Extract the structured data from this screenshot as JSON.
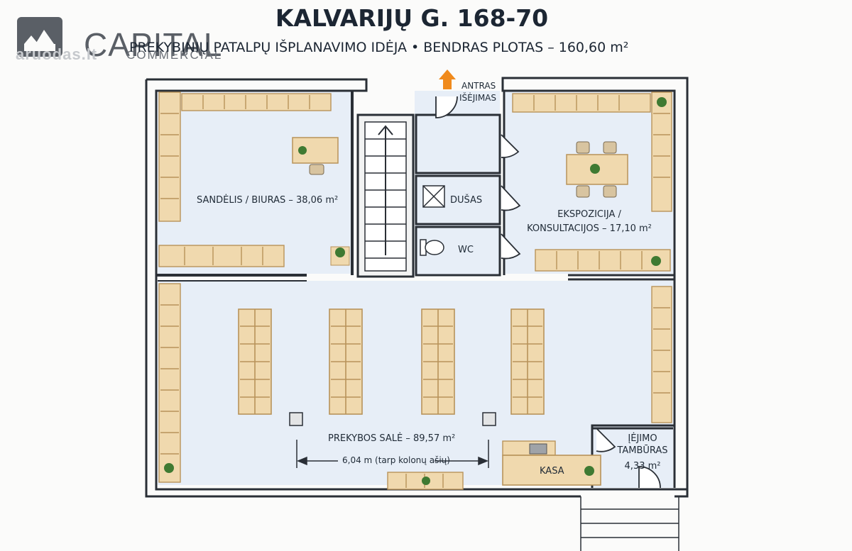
{
  "header": {
    "title": "KALVARIJŲ G. 168-70",
    "subtitle": "PREKYBINIŲ PATALPŲ IŠPLANAVIMO IDĖJA • BENDRAS PLOTAS – 160,60 m²"
  },
  "logo": {
    "name": "CAPITAL",
    "sub": "COMMERCIAL",
    "watermark": "aruodas.lt"
  },
  "rooms": {
    "storage": "SANDĖLIS / BIURAS – 38,06 m²",
    "expo_line1": "EKSPOZICIJA /",
    "expo_line2": "KONSULTACIJOS – 17,10 m²",
    "sales": "PREKYBOS SALĖ – 89,57 m²",
    "shower": "DUŠAS",
    "wc": "WC",
    "cashier": "KASA",
    "vestibule_line1": "ĮĖJIMO",
    "vestibule_line2": "TAMBŪRAS",
    "vestibule_area": "4,33 m²"
  },
  "annotations": {
    "second_exit_line1": "ANTRAS",
    "second_exit_line2": "IŠĖJIMAS",
    "column_distance": "6,04 m (tarp kolonų ašių)"
  },
  "colors": {
    "floor": "#e7eef7",
    "wall": "#2a2f36",
    "shelf": "#f0d9ae",
    "shelf_edge": "#b8935a",
    "arrow": "#f08a1c",
    "plant": "#3f7a32"
  }
}
